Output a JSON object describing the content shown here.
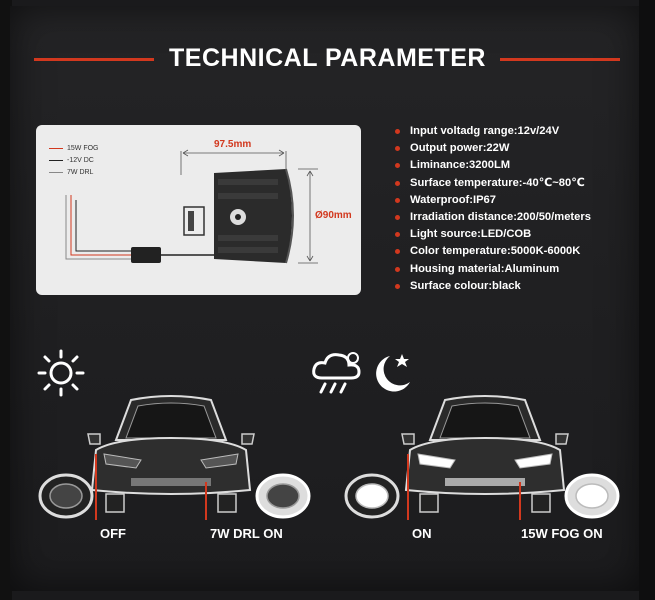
{
  "title": "TECHNICAL PARAMETER",
  "legend": [
    {
      "label": "15W FOG",
      "color": "#d2381e"
    },
    {
      "label": "-12V DC",
      "color": "#222222"
    },
    {
      "label": "7W DRL",
      "color": "#888888"
    }
  ],
  "dimensions": {
    "length": "97.5mm",
    "diameter": "Ø90mm"
  },
  "specs": [
    "Input voltadg range:12v/24V",
    "Output power:22W",
    "Liminance:3200LM",
    "Surface temperature:-40℃~80℃",
    "Waterproof:IP67",
    "Irradiation distance:200/50/meters",
    "Light source:LED/COB",
    "Color temperature:5000K-6000K",
    "Housing material:Aluminum",
    "Surface colour:black"
  ],
  "modes": {
    "day": {
      "left_caption": "OFF",
      "right_caption": "7W DRL ON"
    },
    "night": {
      "left_caption": "ON",
      "right_caption": "15W FOG ON"
    }
  },
  "colors": {
    "accent": "#d2381e",
    "background": "#1f1f21"
  },
  "icons": [
    "sun-icon",
    "cloud-rain-icon",
    "moon-star-icon"
  ]
}
